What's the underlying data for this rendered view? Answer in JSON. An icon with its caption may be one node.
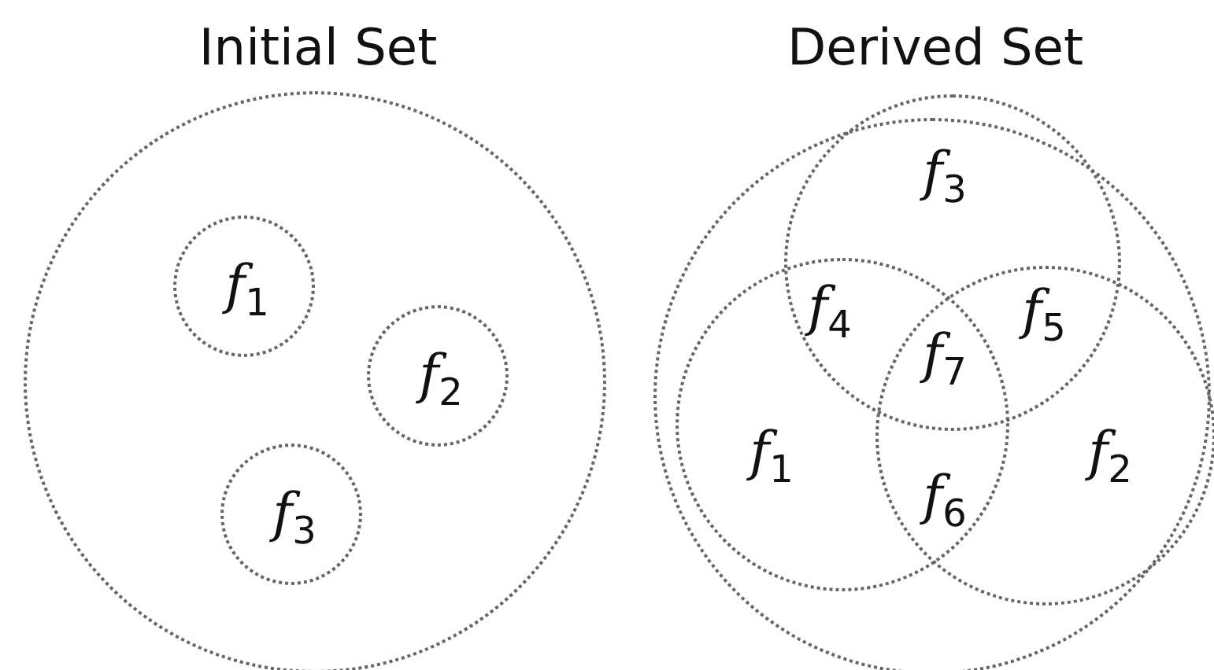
{
  "diagram": {
    "nodes": [
      {
        "text": [
          "Initial Set"
        ]
      },
      {
        "text": [
          "*f*$_{1}$"
        ],
        "in": 0
      },
      {
        "text": [
          "*f*$_{2}$"
        ],
        "in": 0
      },
      {
        "text": [
          "*f*$_{3}$"
        ],
        "in": 0
      },
      {
        "text": [
          "Derived Set"
        ]
      },
      {
        "text": [],
        "shape": "circle",
        "in": 4
      },
      {
        "text": [],
        "shape": "circle",
        "in": 4
      },
      {
        "text": [],
        "shape": "circle",
        "in": 4
      }
    ],
    "edges": [],
    "labels": [
      "*f*$_{3}$",
      "*f*$_{4}$",
      "*f*$_{5}$",
      "*f*$_{7}$",
      "*f*$_{1}$",
      "*f*$_{2}$",
      "*f*$_{6}$"
    ]
  }
}
